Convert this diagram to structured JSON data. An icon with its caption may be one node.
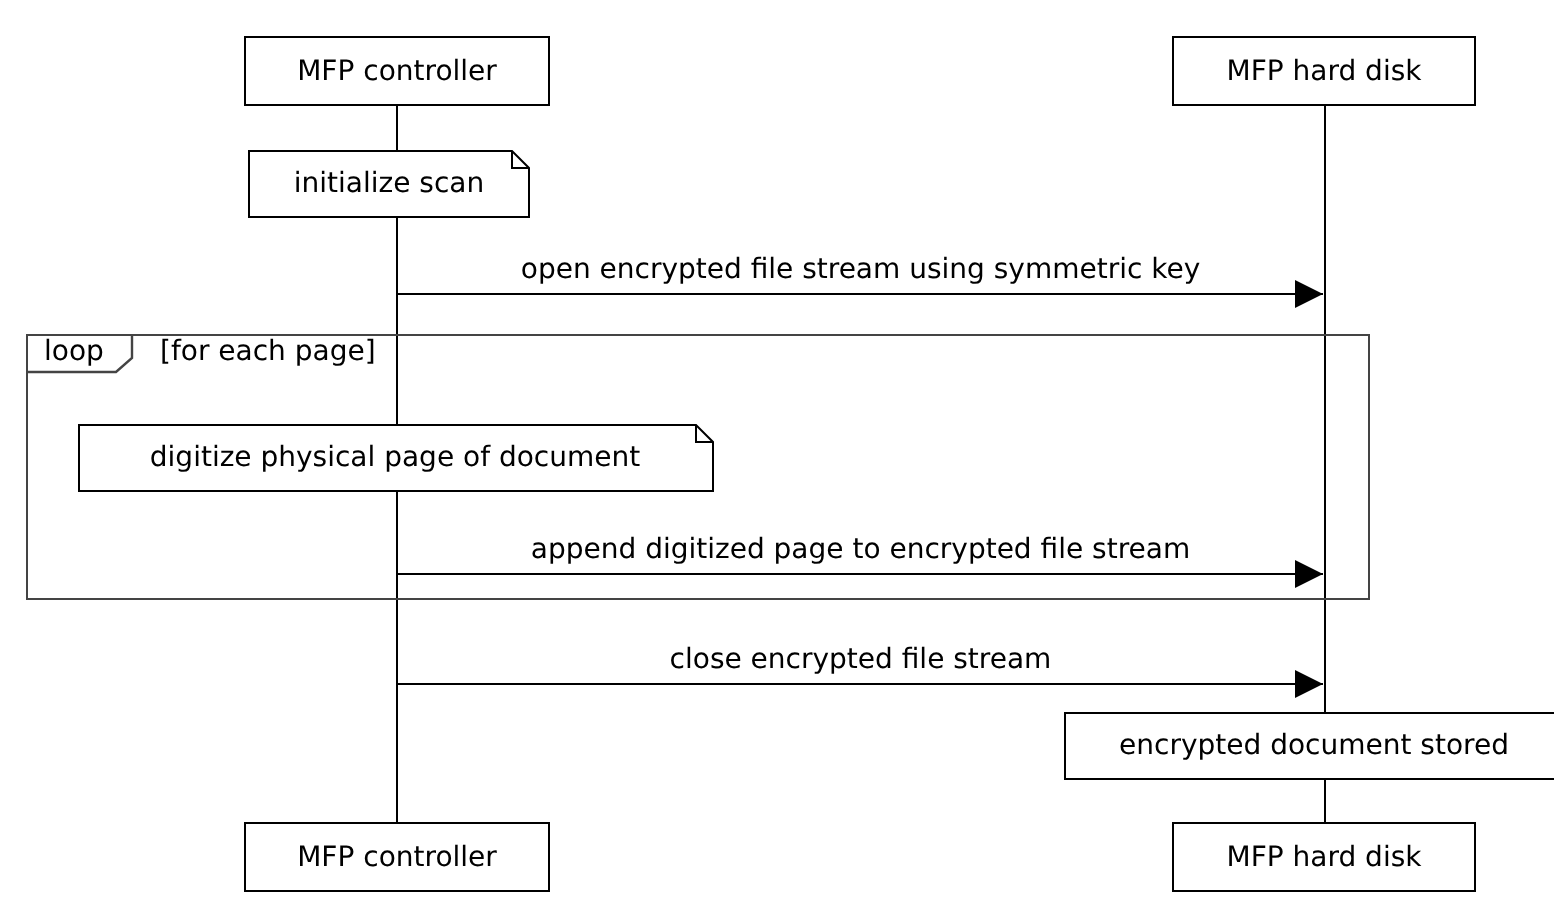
{
  "diagram": {
    "nodes": [
      {
        "text": [
          "MFP controller"
        ]
      },
      {
        "text": [
          "MFP hard disk"
        ]
      },
      {
        "text": [],
        "shape": "line"
      },
      {
        "text": [],
        "shape": "line"
      },
      {
        "text": [
          "initialize scan"
        ]
      },
      {
        "text": [
          "loop",
          "[for each page]"
        ]
      },
      {
        "text": [
          "digitize physical page of document"
        ],
        "in": 5
      },
      {
        "text": [
          "encrypted document stored"
        ]
      },
      {
        "text": [
          "MFP controller"
        ]
      },
      {
        "text": [
          "MFP hard disk"
        ]
      }
    ],
    "edges": [
      {
        "from": 2,
        "to": 3,
        "arrow": "to",
        "label": "open encrypted file stream using symmetric key"
      },
      {
        "from": 2,
        "to": 3,
        "arrow": "to",
        "label": "append digitized page to encrypted file stream"
      },
      {
        "from": 2,
        "to": 3,
        "arrow": "to",
        "label": "close encrypted file stream"
      }
    ]
  }
}
